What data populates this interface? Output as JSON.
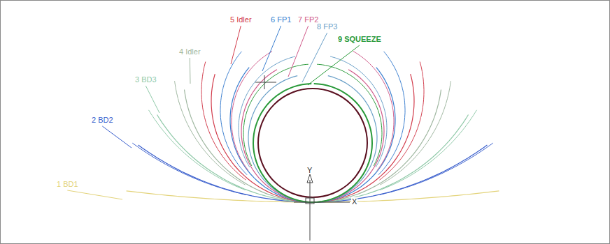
{
  "diagram": {
    "labels": [
      "1 BD1",
      "2 BD2",
      "3 BD3",
      "4 Idler",
      "5 Idler",
      "6 FP1",
      "7 FP2",
      "8 FP3",
      "9 SQUEEZE",
      "Y",
      "X"
    ]
  }
}
